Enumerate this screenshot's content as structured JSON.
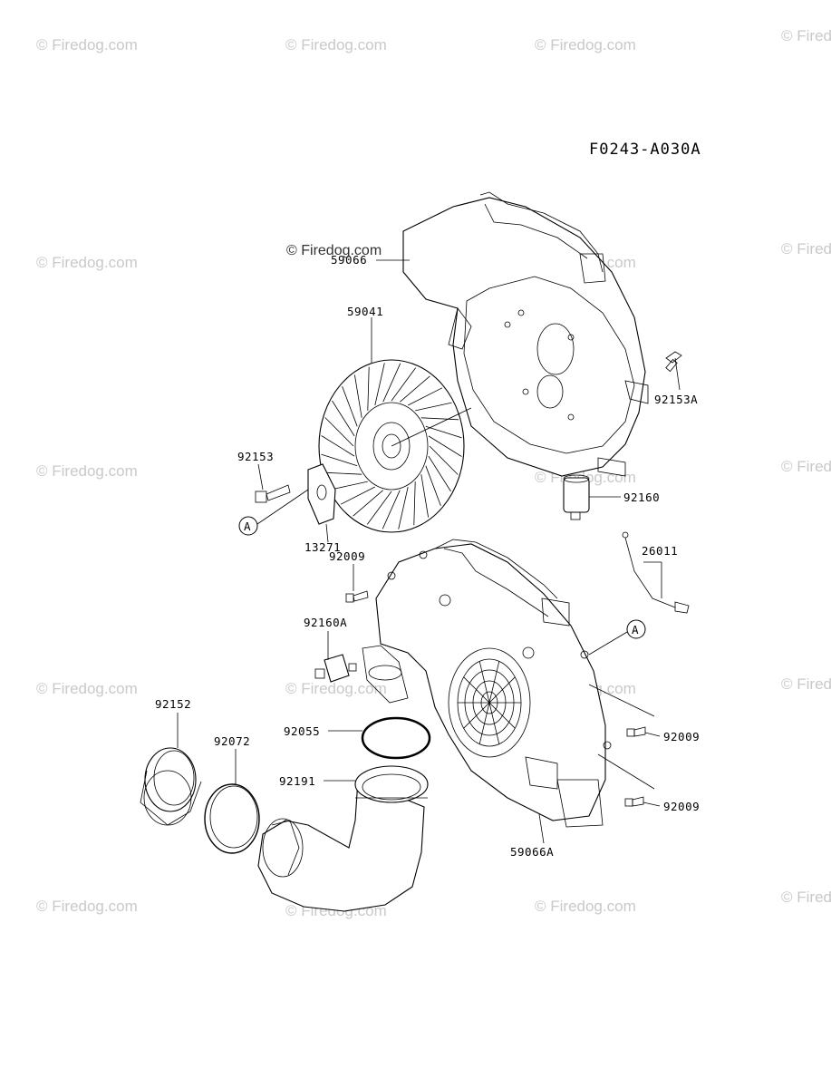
{
  "diagram_code": "F0243-A030A",
  "watermark": "© Firedog.com",
  "parts": {
    "shroud_top": "59066",
    "fan": "59041",
    "bolt_92153A": "92153A",
    "bolt_92153": "92153",
    "plate": "13271",
    "spacer_92160": "92160",
    "bolt_92009_top": "92009",
    "lead_wire": "26011",
    "damper": "92160A",
    "bolt_92009_right_a": "92009",
    "bolt_92009_right_b": "92009",
    "band_92152": "92152",
    "ring_92072": "92072",
    "oring_92055": "92055",
    "elbow_pipe": "92191",
    "shroud_bottom": "59066A"
  },
  "callouts": {
    "left": "A",
    "right": "A"
  }
}
